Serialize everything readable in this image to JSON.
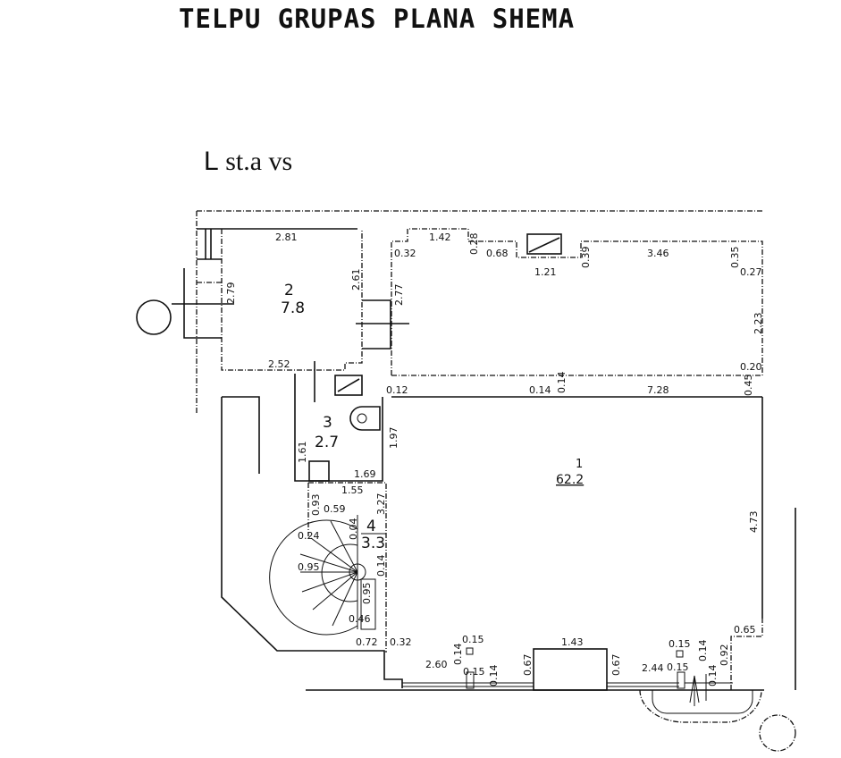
{
  "title": "TELPU GRUPAS PLANA SHEMA",
  "subtitle": {
    "letter": "L",
    "rest": "st.a vs"
  },
  "rooms": [
    {
      "number": "1",
      "area": "62.2"
    },
    {
      "number": "2",
      "area": "7.8"
    },
    {
      "number": "3",
      "area": "2.7"
    },
    {
      "number": "4",
      "area": "3.3"
    }
  ],
  "dimensions": {
    "r2": [
      "2.81",
      "2.79",
      "2.61",
      "2.52",
      "2.77"
    ],
    "r1top": [
      "0.32",
      "1.42",
      "0.28",
      "0.68",
      "1.21",
      "0.39",
      "3.46",
      "0.35",
      "0.27",
      "2.23",
      "0.20",
      "0.45",
      "0.12",
      "0.14",
      "0.14",
      "7.28",
      "4.73",
      "0.65"
    ],
    "r3": [
      "1.61",
      "1.69",
      "1.97"
    ],
    "r4": [
      "1.55",
      "0.93",
      "3.27",
      "0.59",
      "0.04",
      "0.24",
      "0.95",
      "0.14",
      "0.95",
      "0.46",
      "0.72",
      "0.32"
    ],
    "bottom": [
      "0.15",
      "0.14",
      "2.60",
      "0.15",
      "0.14",
      "0.67",
      "1.43",
      "0.67",
      "2.44",
      "0.15",
      "0.14",
      "0.15",
      "0.14",
      "0.92"
    ]
  }
}
